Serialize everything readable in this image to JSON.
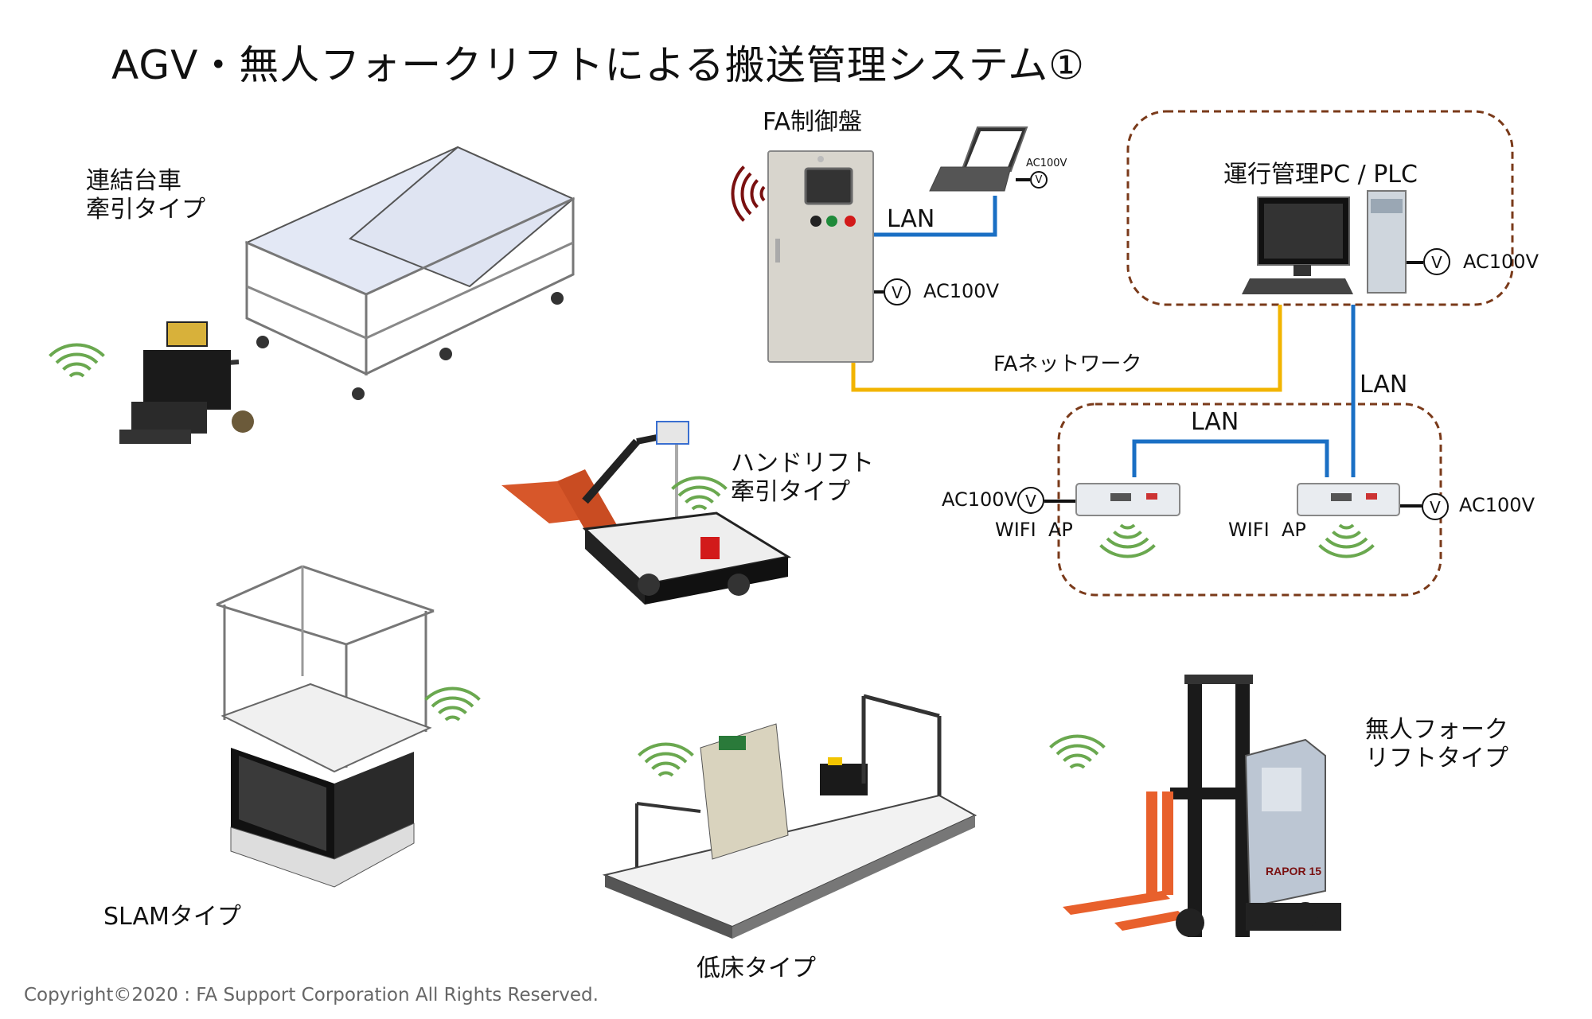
{
  "title": "AGV・無人フォークリフトによる搬送管理システム①",
  "control_panel_label": "FA制御盤",
  "management_pc_label": "運行管理PC / PLC",
  "lan_label": "LAN",
  "fa_network_label": "FAネットワーク",
  "power_label": "AC100V",
  "voltage_symbol": "V",
  "wifi_ap_label": "WIFI  AP",
  "vehicles": {
    "coupled_cart": "連結台車\n牽引タイプ",
    "hand_lift": "ハンドリフト\n牽引タイプ",
    "slam": "SLAMタイプ",
    "low_floor": "低床タイプ",
    "forklift": "無人フォーク\nリフトタイプ"
  },
  "forklift_model_text": "RAPOR 15",
  "copyright": "Copyright©2020 : FA Support Corporation All Rights Reserved.",
  "colors": {
    "lan_line": "#1a6fc4",
    "fa_network_line": "#f2b400",
    "dashed_box": "#7a3a1a",
    "wifi_green": "#6aa84f",
    "wifi_red": "#7a1010",
    "forklift_orange": "#e8602c"
  }
}
